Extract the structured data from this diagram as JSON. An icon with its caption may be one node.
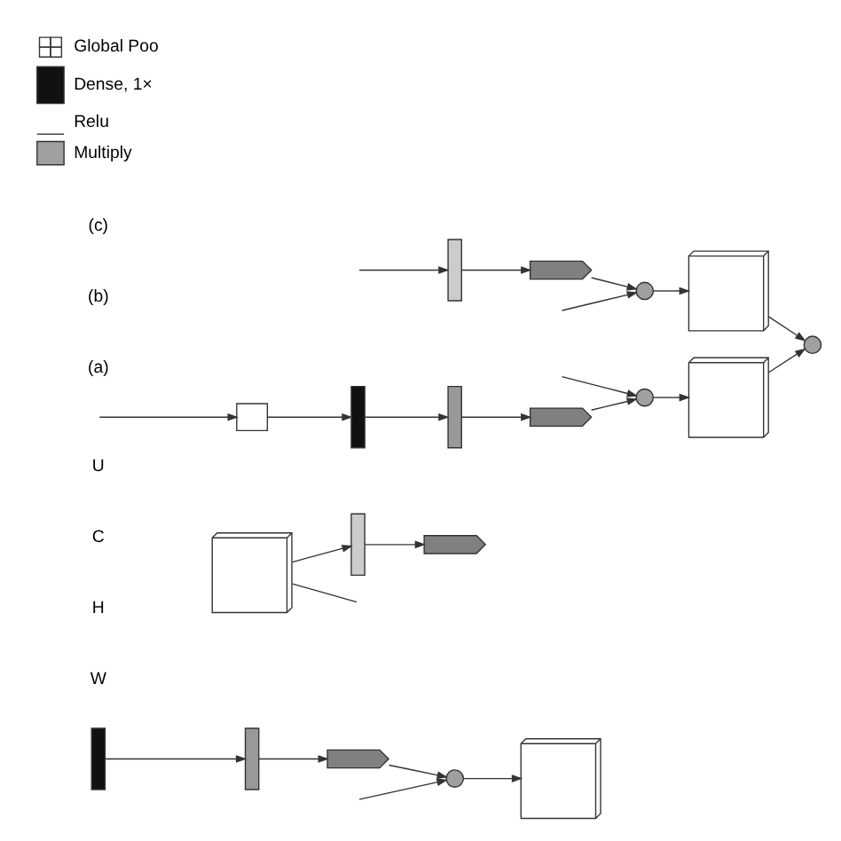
{
  "diagram": {
    "nodes": [
      {
        "text": [],
        "shape": "bar"
      },
      {
        "text": [],
        "shape": "bar"
      },
      {
        "text": [],
        "shape": "pentagon"
      },
      {
        "text": [],
        "shape": "circle"
      },
      {
        "text": [],
        "shape": "cube"
      },
      {
        "text": [],
        "shape": "cube"
      },
      {
        "text": [],
        "shape": "bar"
      },
      {
        "text": [],
        "shape": "pentagon"
      },
      {
        "text": [],
        "shape": "box"
      },
      {
        "text": [],
        "shape": "bar"
      },
      {
        "text": [],
        "shape": "bar"
      },
      {
        "text": [],
        "shape": "pentagon"
      },
      {
        "text": [],
        "shape": "circle"
      },
      {
        "text": [],
        "shape": "cube"
      },
      {
        "text": [],
        "shape": "bar"
      },
      {
        "text": [],
        "shape": "pentagon"
      },
      {
        "text": [],
        "shape": "circle"
      },
      {
        "text": [],
        "shape": "cube"
      },
      {
        "text": [],
        "shape": "circle"
      }
    ],
    "edges": [
      {
        "from": 0,
        "to": 1,
        "arrow": "to"
      },
      {
        "from": 1,
        "to": 2,
        "arrow": "to"
      },
      {
        "from": 2,
        "to": 3,
        "arrow": "to"
      },
      {
        "from": null,
        "to": 3,
        "arrow": "to"
      },
      {
        "from": 3,
        "to": 4,
        "arrow": "to"
      },
      {
        "from": 5,
        "to": 6,
        "arrow": "to"
      },
      {
        "from": 5,
        "to": null,
        "arrow": "none"
      },
      {
        "from": 6,
        "to": 7,
        "arrow": "to"
      },
      {
        "from": null,
        "to": 8,
        "arrow": "to"
      },
      {
        "from": 8,
        "to": 9,
        "arrow": "to"
      },
      {
        "from": 9,
        "to": 10,
        "arrow": "to"
      },
      {
        "from": 10,
        "to": 11,
        "arrow": "to"
      },
      {
        "from": 11,
        "to": 12,
        "arrow": "to"
      },
      {
        "from": null,
        "to": 12,
        "arrow": "to"
      },
      {
        "from": 12,
        "to": 13,
        "arrow": "to"
      },
      {
        "from": 13,
        "to": 18,
        "arrow": "to"
      },
      {
        "from": null,
        "to": 14,
        "arrow": "to"
      },
      {
        "from": 14,
        "to": 15,
        "arrow": "to"
      },
      {
        "from": 15,
        "to": 16,
        "arrow": "to"
      },
      {
        "from": null,
        "to": 16,
        "arrow": "to"
      },
      {
        "from": 16,
        "to": 17,
        "arrow": "to"
      },
      {
        "from": 17,
        "to": 18,
        "arrow": "to"
      }
    ],
    "labels": [
      "U",
      "C",
      "H",
      "W",
      "(a)",
      "(b)",
      "(c)"
    ],
    "legend": [
      {
        "text": "Global Poo"
      },
      {
        "text": "Dense, 1×"
      },
      {
        "text": "Relu"
      },
      {
        "text": "Multiply"
      }
    ]
  }
}
